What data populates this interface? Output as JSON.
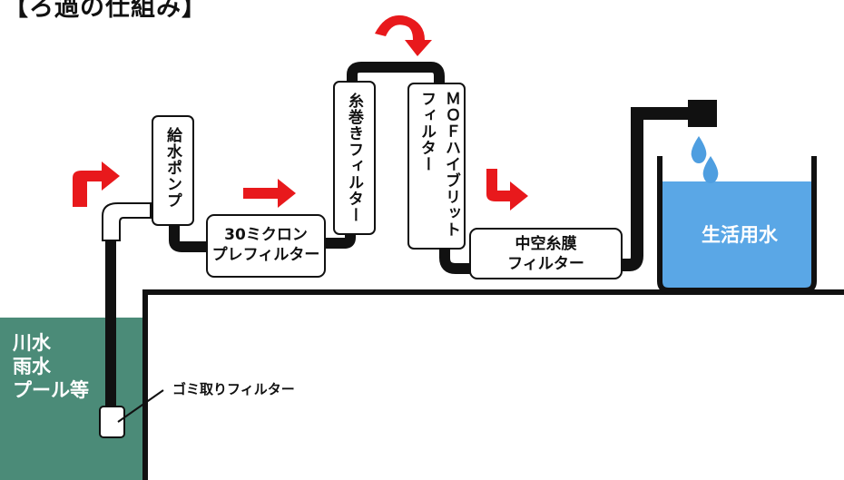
{
  "title": "【ろ過の仕組み】",
  "components": {
    "pump": "給水ポンプ",
    "prefilter_line1": "30ミクロン",
    "prefilter_line2": "プレフィルター",
    "string_wound": "糸巻きフィルター",
    "mof_line1": "ＭＯＦハイブリット",
    "mof_line2": "フィルター",
    "hollow_line1": "中空糸膜",
    "hollow_line2": "フィルター",
    "gomi": "ゴミ取りフィルター"
  },
  "sources": [
    "川水",
    "雨水",
    "プール等"
  ],
  "water_label": "生活用水",
  "colors": {
    "pipe": "#111111",
    "arrow": "#e8191c",
    "source_water": "#4b8b78",
    "tank_water": "#5aa7e6",
    "drop": "#4e9ee0"
  },
  "icons": [
    "red-flow-arrow-icon",
    "water-drop-icon"
  ]
}
